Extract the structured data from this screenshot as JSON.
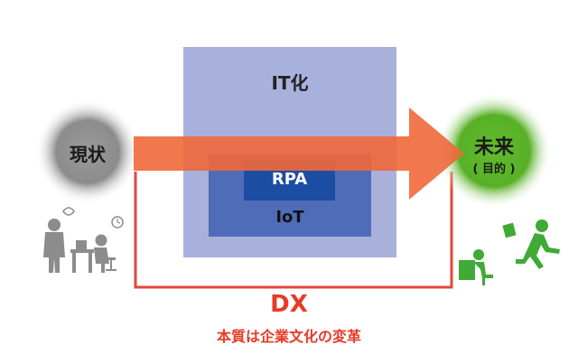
{
  "labels": {
    "it": "IT化",
    "rpa": "RPA",
    "iot": "IoT",
    "current": "現状",
    "future": "未来",
    "future_sub": "( 目的 )",
    "dx": "DX",
    "dx_sub": "本質は企業文化の変革"
  },
  "colors": {
    "it_box": "#a7b1dc",
    "iot_box": "#4f6cb8",
    "rpa_box": "#1b4ea3",
    "arrow": "#f0683a",
    "bracket": "#e4463a",
    "current_circle": "#8a8a8a",
    "future_circle": "#5fb82c",
    "text_dark": "#222222",
    "text_light": "#ffffff",
    "dx_text": "#e63b26"
  },
  "icons": {
    "left": "office-worker-waiting-icon",
    "right": "office-worker-running-icon"
  }
}
